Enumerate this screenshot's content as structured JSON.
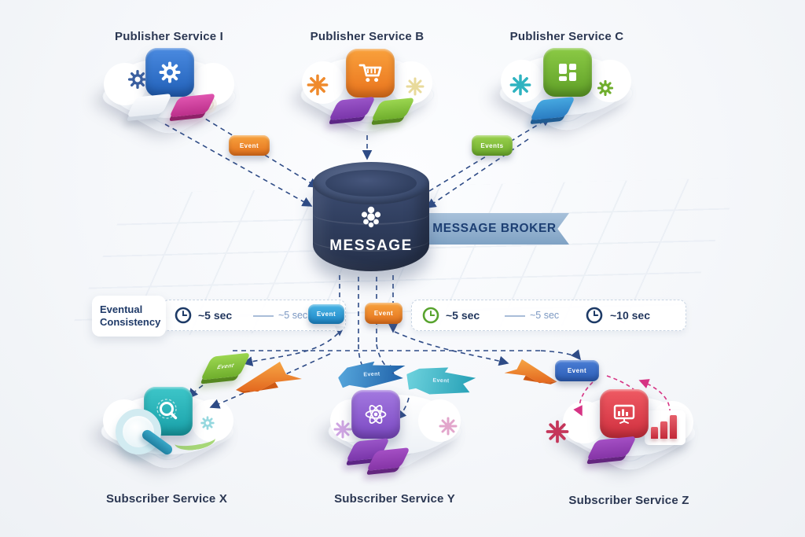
{
  "publishers": [
    {
      "label": "Publisher Service I",
      "icon": "gear-icon"
    },
    {
      "label": "Publisher Service B",
      "icon": "shopping-cart-icon"
    },
    {
      "label": "Publisher Service C",
      "icon": "window-grid-icon"
    }
  ],
  "subscribers": [
    {
      "label": "Subscriber Service X",
      "icon": "magnifier-icon"
    },
    {
      "label": "Subscriber Service Y",
      "icon": "atom-icon"
    },
    {
      "label": "Subscriber Service Z",
      "icon": "presentation-chart-icon"
    }
  ],
  "broker": {
    "drum_label": "MESSAGE",
    "ribbon_label": "MESSAGE BROKER",
    "icon": "cluster-icon"
  },
  "consistency": {
    "label": "Eventual Consistency",
    "timings": [
      {
        "icon": "clock-icon",
        "value": "~5 sec",
        "emphasis": "bold"
      },
      {
        "value": "~5 sec",
        "emphasis": "muted"
      },
      {
        "icon": "clock-icon",
        "value": "~5 sec",
        "emphasis": "bold"
      },
      {
        "value": "~5 sec",
        "emphasis": "muted"
      },
      {
        "icon": "clock-icon",
        "value": "~10 sec",
        "emphasis": "bold"
      }
    ]
  },
  "badges": {
    "publisher_left": "Event",
    "publisher_right": "Events",
    "bar_blue": "Event",
    "bar_orange": "Event",
    "flow_green": "Event",
    "flow_banner_blue": "Event",
    "flow_banner_teal": "Event",
    "subscriber_blue": "Event"
  },
  "icons": {
    "publisher_service_i": "gear-icon",
    "publisher_service_b": "shopping-cart-icon",
    "publisher_service_c": "window-grid-icon",
    "broker": "cluster-icon",
    "timing": "clock-icon",
    "subscriber_service_x": "magnifier-icon",
    "subscriber_service_y": "atom-icon",
    "subscriber_service_z": "presentation-chart-icon"
  },
  "colors": {
    "navy_arrow": "#2e4b86",
    "cylinder": "#2d3b5a",
    "ribbon": "#8fb0d1",
    "ribbon_text": "#1d3f73",
    "orange": "#e9731d",
    "green": "#6fae2c",
    "blue": "#2160b8",
    "teal": "#18a0a8",
    "purple": "#7b48c2",
    "red": "#cf2f3e",
    "magenta": "#d63384",
    "label_text": "#2b3752"
  }
}
